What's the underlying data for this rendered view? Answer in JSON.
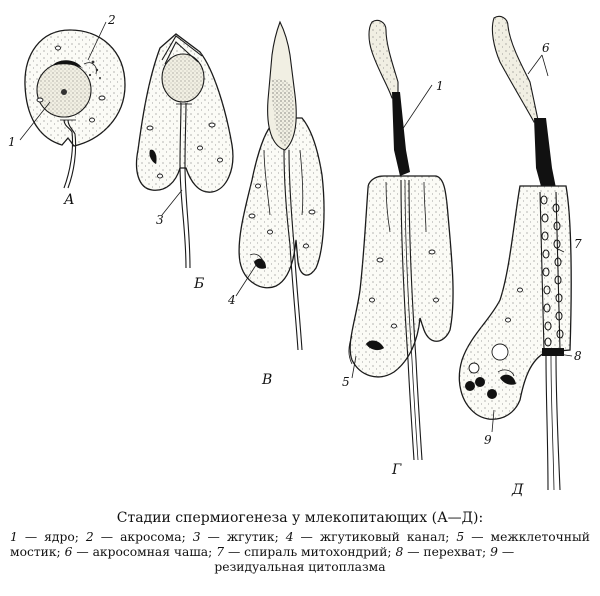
{
  "figure": {
    "stage_labels": [
      "А",
      "Б",
      "В",
      "Г",
      "Д"
    ],
    "number_labels": [
      "1",
      "2",
      "3",
      "4",
      "5",
      "6",
      "7",
      "8",
      "9"
    ]
  },
  "caption": {
    "title": "Стадии спермиогенеза у млекопитающих (А—Д):",
    "items": [
      {
        "num": "1",
        "text": "ядро"
      },
      {
        "num": "2",
        "text": "акросома"
      },
      {
        "num": "3",
        "text": "жгутик"
      },
      {
        "num": "4",
        "text": "жгутиковый канал"
      },
      {
        "num": "5",
        "text": "межклеточный мостик"
      },
      {
        "num": "6",
        "text": "акросомная чаша"
      },
      {
        "num": "7",
        "text": "спираль митохондрий"
      },
      {
        "num": "8",
        "text": "перехват"
      },
      {
        "num": "9",
        "text": "резидуальная цитоплазма"
      }
    ]
  }
}
